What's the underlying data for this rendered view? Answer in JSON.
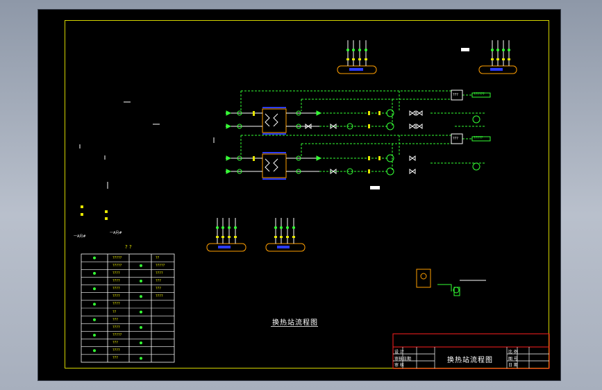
{
  "drawing": {
    "main_title": "换热站流程图",
    "left_notes": [
      "一A月#",
      "一A月#"
    ],
    "legend_header": "? ?",
    "legend_rows": [
      {
        "name": "?????",
        "code": "??"
      },
      {
        "name": "?????",
        "code": "?????"
      },
      {
        "name": "????",
        "code": "????"
      },
      {
        "name": "????",
        "code": "???"
      },
      {
        "name": "????",
        "code": "???"
      },
      {
        "name": "????",
        "code": "????"
      },
      {
        "name": "????",
        "code": ""
      },
      {
        "name": "??",
        "code": ""
      },
      {
        "name": "???",
        "code": ""
      },
      {
        "name": "????",
        "code": ""
      },
      {
        "name": "?????",
        "code": ""
      },
      {
        "name": "???",
        "code": ""
      },
      {
        "name": "????",
        "code": ""
      },
      {
        "name": "???",
        "code": ""
      }
    ],
    "pipe_labels": [
      "??????",
      "?????",
      "???",
      "???"
    ],
    "title_block": {
      "title": "换热站流程图",
      "left_cells": [
        "设  计",
        "审核日期",
        "审  核"
      ],
      "right_cells": [
        "比  例",
        "图  号",
        "日  期"
      ]
    },
    "colors": {
      "background": "#000000",
      "frame": "#d6d600",
      "pipe": "#35ff35",
      "equipment": "#ffffff",
      "vessel": "#ff9f00",
      "titleblock_border": "#ff2020"
    }
  }
}
